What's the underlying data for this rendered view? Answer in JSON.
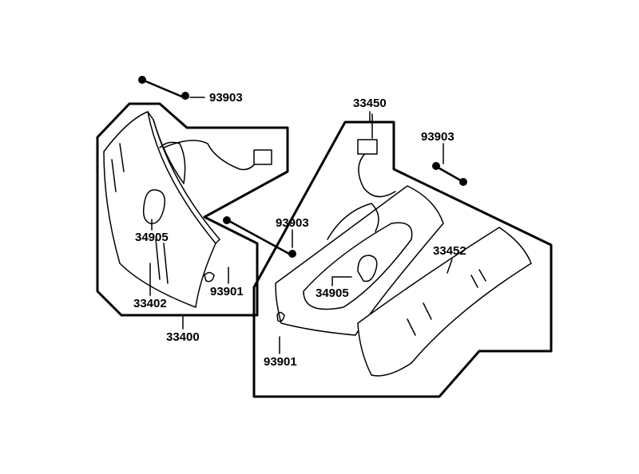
{
  "diagram": {
    "title": "Turn signal lamp assemblies parts diagram",
    "callouts": [
      {
        "id": "screw-top-left",
        "label": "93903"
      },
      {
        "id": "right-assembly",
        "label": "33450"
      },
      {
        "id": "screw-top-right",
        "label": "93903"
      },
      {
        "id": "screw-middle",
        "label": "93903"
      },
      {
        "id": "bulb-left",
        "label": "34905"
      },
      {
        "id": "lens-right",
        "label": "33452"
      },
      {
        "id": "lens-left",
        "label": "33402"
      },
      {
        "id": "screw-small-left",
        "label": "93901"
      },
      {
        "id": "bulb-right",
        "label": "34905"
      },
      {
        "id": "left-assembly",
        "label": "33400"
      },
      {
        "id": "screw-small-right",
        "label": "93901"
      }
    ]
  }
}
